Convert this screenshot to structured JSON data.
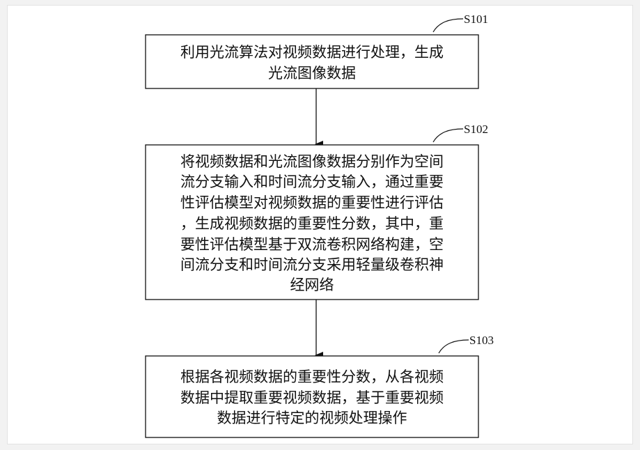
{
  "steps": [
    {
      "id": "S101",
      "lines": [
        "利用光流算法对视频数据进行处理，生成",
        "光流图像数据"
      ]
    },
    {
      "id": "S102",
      "lines": [
        "将视频数据和光流图像数据分别作为空间",
        "流分支输入和时间流分支输入，通过重要",
        "性评估模型对视频数据的重要性进行评估",
        "，生成视频数据的重要性分数，其中，重",
        "要性评估模型基于双流卷积网络构建，空",
        "间流分支和时间流分支采用轻量级卷积神",
        "经网络"
      ]
    },
    {
      "id": "S103",
      "lines": [
        "根据各视频数据的重要性分数，从各视频",
        "数据中提取重要视频数据，基于重要视频",
        "数据进行特定的视频处理操作"
      ]
    }
  ]
}
